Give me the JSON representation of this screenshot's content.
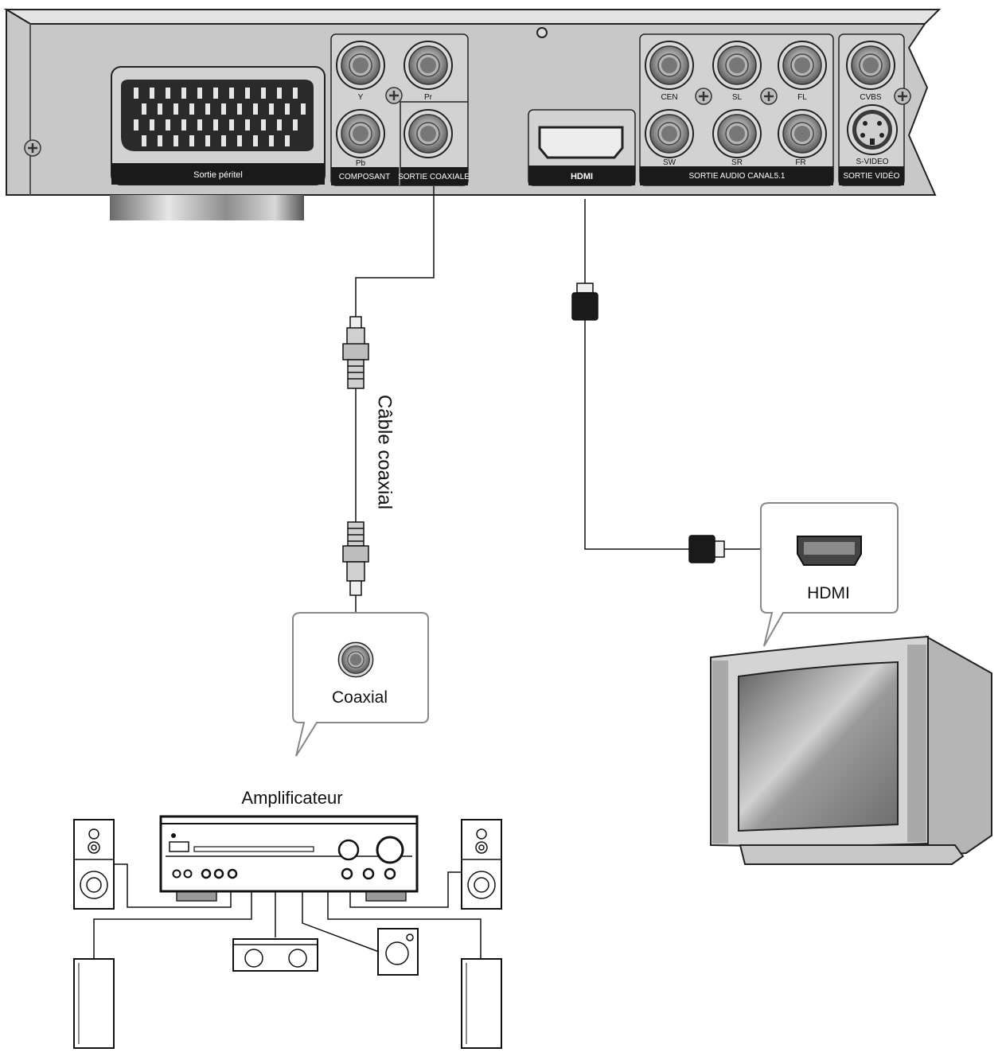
{
  "player_panel": {
    "scart_label": "Sortie péritel",
    "component": {
      "y": "Y",
      "pr": "Pr",
      "pb": "Pb",
      "group_label": "COMPOSANT"
    },
    "coaxial_out_label": "SORTIE COAXIALE",
    "hdmi_label": "HDMI",
    "audio51": {
      "cen": "CEN",
      "sl": "SL",
      "fl": "FL",
      "sw": "SW",
      "sr": "SR",
      "fr": "FR",
      "group_label": "SORTIE AUDIO CANAL5.1"
    },
    "video": {
      "cvbs": "CVBS",
      "svideo": "S-VIDEO",
      "group_label": "SORTIE VIDÉO"
    }
  },
  "cable_label": "Câble coaxial",
  "amp_callout_label": "Coaxial",
  "amplifier_label": "Amplificateur",
  "tv_callout_label": "HDMI",
  "colors": {
    "panel": "#c8c8c8",
    "panel_dark": "#9e9e9e",
    "label_bar": "#1a1a1a",
    "line": "#111111"
  }
}
